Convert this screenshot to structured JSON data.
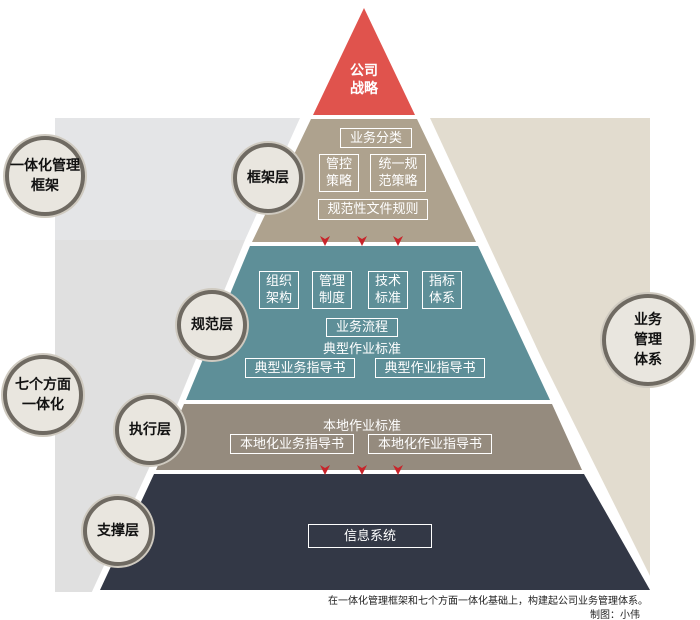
{
  "apex": {
    "line1": "公司",
    "line2": "战略"
  },
  "left_labels": {
    "framework": {
      "line1": "一体化管理",
      "line2": "框架"
    },
    "seven": {
      "line1": "七个方面",
      "line2": "一体化"
    }
  },
  "right_label": {
    "line1": "业务",
    "line2": "管理",
    "line3": "体系"
  },
  "layers": {
    "framework": "框架层",
    "norm": "规范层",
    "exec": "执行层",
    "support": "支撑层"
  },
  "framework_items": {
    "classify": "业务分类",
    "control": {
      "line1": "管控",
      "line2": "策略"
    },
    "unified": {
      "line1": "统一规",
      "line2": "范策略"
    },
    "rules": "规范性文件规则"
  },
  "norm_items": {
    "org": {
      "line1": "组织",
      "line2": "架构"
    },
    "mgmt": {
      "line1": "管理",
      "line2": "制度"
    },
    "tech": {
      "line1": "技术",
      "line2": "标准"
    },
    "index": {
      "line1": "指标",
      "line2": "体系"
    },
    "process": "业务流程",
    "typical_std": "典型作业标准",
    "typical_biz": "典型业务指导书",
    "typical_work": "典型作业指导书"
  },
  "exec_items": {
    "local_std": "本地作业标准",
    "local_biz": "本地化业务指导书",
    "local_work": "本地化作业指导书"
  },
  "support_items": {
    "info": "信息系统"
  },
  "caption": "在一体化管理框架和七个方面一体化基础上，构建起公司业务管理体系。",
  "credit": "制图：小伟",
  "colors": {
    "apex": "#e0534d",
    "framework": "#aea28e",
    "norm": "#5e8f98",
    "exec": "#958b7e",
    "support": "#333846",
    "arrow": "#c8242a"
  }
}
